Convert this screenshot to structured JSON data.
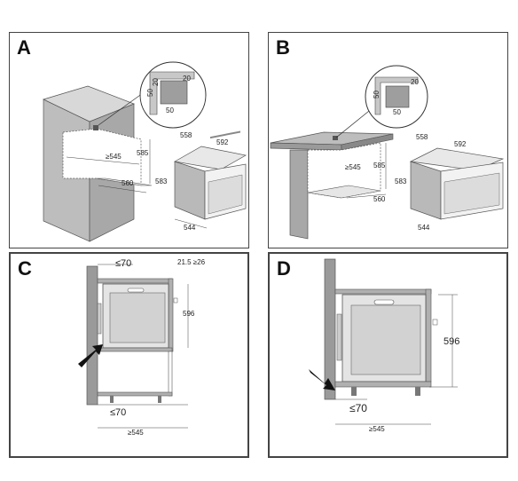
{
  "panels": {
    "A": {
      "label": "A",
      "zoom": {
        "w1": "20",
        "w2": "20",
        "h": "50",
        "b": "50"
      },
      "cabinet": {
        "depth": "≥545",
        "height": "585",
        "base": "560"
      },
      "oven": {
        "depth": "558",
        "width": "592",
        "height": "583",
        "front": "544"
      }
    },
    "B": {
      "label": "B",
      "zoom": {
        "w1": "20",
        "h": "50",
        "b": "50"
      },
      "cabinet": {
        "depth": "≥545",
        "height": "585",
        "base": "560"
      },
      "oven": {
        "depth": "558",
        "width": "592",
        "height": "583",
        "front": "544"
      }
    },
    "C": {
      "label": "C",
      "top_gap": "≤70",
      "top_right": "21.5 ≥26",
      "height": "596",
      "bottom_gap": "≤70",
      "depth": "≥545"
    },
    "D": {
      "label": "D",
      "height": "596",
      "gap": "≤70",
      "depth": "≥545"
    }
  }
}
